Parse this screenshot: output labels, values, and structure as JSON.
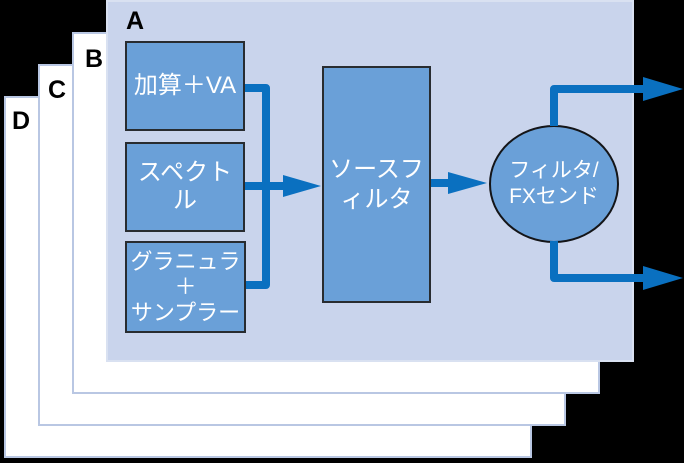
{
  "page": {
    "background": "#000000"
  },
  "colors": {
    "panel_a_fill": "#c9d4ec",
    "panel_fill": "#ffffff",
    "panel_border": "#b9c7e3",
    "node_fill": "#6aa0d8",
    "node_border": "#282c30",
    "node_text": "#ffffff",
    "connector_blue": "#0a70c0",
    "layer_label_color": "#000000"
  },
  "layers": [
    {
      "id": "a",
      "label": "A"
    },
    {
      "id": "b",
      "label": "B"
    },
    {
      "id": "c",
      "label": "C"
    },
    {
      "id": "d",
      "label": "D"
    }
  ],
  "diagram": {
    "source_boxes": [
      {
        "label": "加算＋VA"
      },
      {
        "label": "スペクトル"
      },
      {
        "label": "グラニュラ\n＋\nサンプラー"
      }
    ],
    "source_filter_label": "ソースフ\nィルタ",
    "output_node_label": "フィルタ/\nFXセンド"
  }
}
